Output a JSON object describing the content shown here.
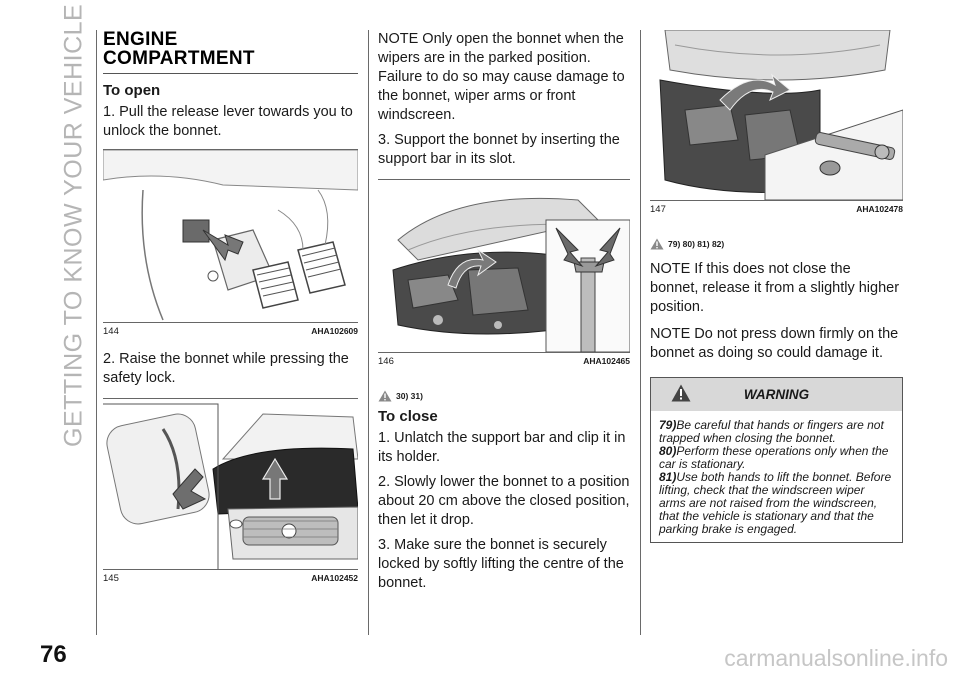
{
  "page": {
    "side_title": "GETTING TO KNOW YOUR VEHICLE",
    "page_number": "76",
    "watermark": "carmanualsonline.info"
  },
  "col1": {
    "heading_line1": "ENGINE",
    "heading_line2": "COMPARTMENT",
    "subheading_open": "To open",
    "step1": "1. Pull the release lever towards you to unlock the bonnet.",
    "fig144": {
      "number": "144",
      "code": "AHA102609"
    },
    "step2": "2. Raise the bonnet while pressing the safety lock.",
    "fig145": {
      "number": "145",
      "code": "AHA102452"
    }
  },
  "col2": {
    "note1": "NOTE Only open the bonnet when the wipers are in the parked position. Failure to do so may cause damage to the bonnet, wiper arms or front windscreen.",
    "step3": "3. Support the bonnet by inserting the support bar in its slot.",
    "fig146": {
      "number": "146",
      "code": "AHA102465"
    },
    "refs": "30) 31)",
    "subheading_close": "To close",
    "close1": "1. Unlatch the support bar and clip it in its holder.",
    "close2": "2. Slowly lower the bonnet to a position about 20 cm above the closed position, then let it drop.",
    "close3": "3. Make sure the bonnet is securely locked by softly lifting the centre of the bonnet."
  },
  "col3": {
    "fig147": {
      "number": "147",
      "code": "AHA102478"
    },
    "refs": "79) 80) 81) 82)",
    "note2": "NOTE If this does not close the bonnet, release it from a slightly higher position.",
    "note3": "NOTE Do not press down firmly on the bonnet as doing so could damage it.",
    "warning": {
      "title": "WARNING",
      "items": [
        {
          "num": "79)",
          "text": "Be careful that hands or fingers are not trapped when closing the bonnet."
        },
        {
          "num": "80)",
          "text": "Perform these operations only when the car is stationary."
        },
        {
          "num": "81)",
          "text": "Use both hands to lift the bonnet. Before lifting, check that the windscreen wiper arms are not raised from the windscreen, that the vehicle is stationary and that the parking brake is engaged."
        }
      ]
    }
  },
  "colors": {
    "text": "#1a1a1a",
    "side_title": "#b5b5b5",
    "warning_band": "#d8d8d8",
    "arrow_fill": "#6e6e6e"
  }
}
